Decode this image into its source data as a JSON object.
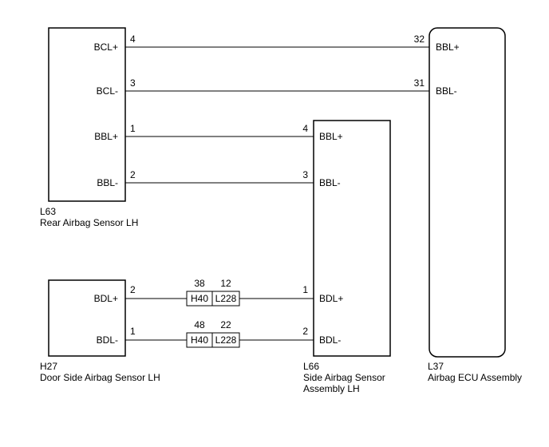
{
  "components": {
    "rear_sensor": {
      "code": "L63",
      "name": "Rear Airbag Sensor LH"
    },
    "door_sensor": {
      "code": "H27",
      "name": "Door Side Airbag Sensor LH"
    },
    "side_sensor": {
      "code": "L66",
      "name_line1": "Side Airbag Sensor",
      "name_line2": "Assembly LH"
    },
    "ecu": {
      "code": "L37",
      "name": "Airbag ECU Assembly"
    }
  },
  "wires": [
    {
      "from_pin": "4",
      "from_label": "BCL+",
      "to_pin": "32",
      "to_label": "BBL+"
    },
    {
      "from_pin": "3",
      "from_label": "BCL-",
      "to_pin": "31",
      "to_label": "BBL-"
    },
    {
      "from_pin": "1",
      "from_label": "BBL+",
      "to_pin": "4",
      "to_label": "BBL+"
    },
    {
      "from_pin": "2",
      "from_label": "BBL-",
      "to_pin": "3",
      "to_label": "BBL-"
    },
    {
      "from_pin": "2",
      "from_label": "BDL+",
      "to_pin": "1",
      "to_label": "BDL+",
      "junction": {
        "left_name": "H40",
        "left_pin": "38",
        "right_name": "L228",
        "right_pin": "12"
      }
    },
    {
      "from_pin": "1",
      "from_label": "BDL-",
      "to_pin": "2",
      "to_label": "BDL-",
      "junction": {
        "left_name": "H40",
        "left_pin": "48",
        "right_name": "L228",
        "right_pin": "22"
      }
    }
  ]
}
